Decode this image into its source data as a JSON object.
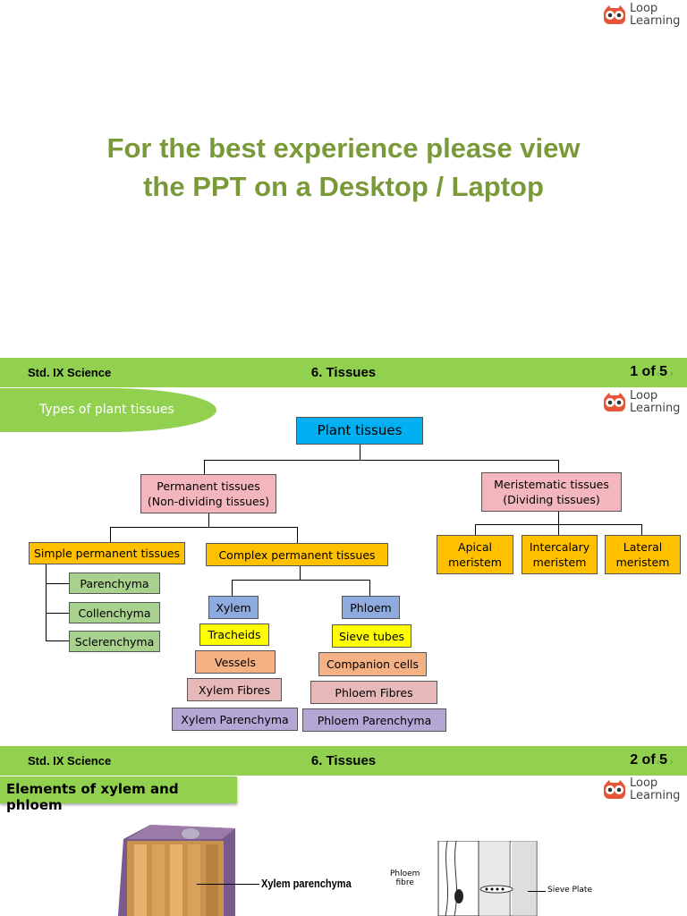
{
  "brand": {
    "line1": "Loop",
    "line2": "Learning"
  },
  "banner": {
    "line1": "For the best experience please view",
    "line2": "the PPT on a Desktop / Laptop"
  },
  "slides": [
    {
      "std": "Std. IX Science",
      "chapter": "6. Tissues",
      "page": "1 of 5"
    },
    {
      "std": "Std. IX Science",
      "chapter": "6. Tissues",
      "page": "2 of 5"
    }
  ],
  "slide1": {
    "section_title": "Types of plant tissues",
    "root": "Plant tissues",
    "permanent": {
      "line1": "Permanent tissues",
      "line2": "(Non-dividing tissues)"
    },
    "meristematic": {
      "line1": "Meristematic tissues",
      "line2": "(Dividing tissues)"
    },
    "simple": "Simple permanent tissues",
    "complex": "Complex permanent tissues",
    "simple_items": [
      "Parenchyma",
      "Collenchyma",
      "Sclerenchyma"
    ],
    "meristems": [
      {
        "line1": "Apical",
        "line2": "meristem"
      },
      {
        "line1": "Intercalary",
        "line2": "meristem"
      },
      {
        "line1": "Lateral",
        "line2": "meristem"
      }
    ],
    "xylem": {
      "label": "Xylem",
      "items": [
        "Tracheids",
        "Vessels",
        "Xylem Fibres",
        "Xylem Parenchyma"
      ]
    },
    "phloem": {
      "label": "Phloem",
      "items": [
        "Sieve tubes",
        "Companion cells",
        "Phloem Fibres",
        "Phloem Parenchyma"
      ]
    }
  },
  "slide2": {
    "section_title": "Elements of xylem and phloem",
    "labels": {
      "xylem_parenchyma": "Xylem parenchyma",
      "phloem_fibre_1": "Phloem",
      "phloem_fibre_2": "fibre",
      "sieve_plate": "Sieve Plate"
    }
  },
  "colors": {
    "accent_green": "#92d050",
    "banner_text": "#7a9a3a",
    "root_blue": "#00b0f0"
  }
}
